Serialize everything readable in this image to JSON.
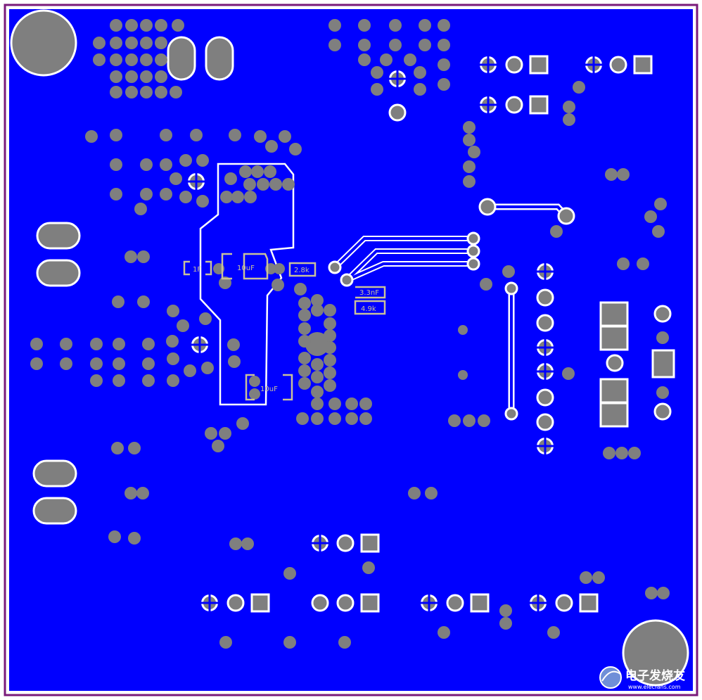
{
  "pcb": {
    "colors": {
      "pour": "#0000ff",
      "outline": "#7a1a7a",
      "pad": "#7f7f7f",
      "white": "#ffffff",
      "silk": "#c9c19a"
    },
    "labels": {
      "c1": "1F",
      "c2": "10uF",
      "r1": "2.8k",
      "c3": "3.3nF",
      "r2": "4.9k",
      "c4": "10uF"
    }
  },
  "watermark": {
    "text": "电子发烧友",
    "url": "www.elecfans.com"
  }
}
